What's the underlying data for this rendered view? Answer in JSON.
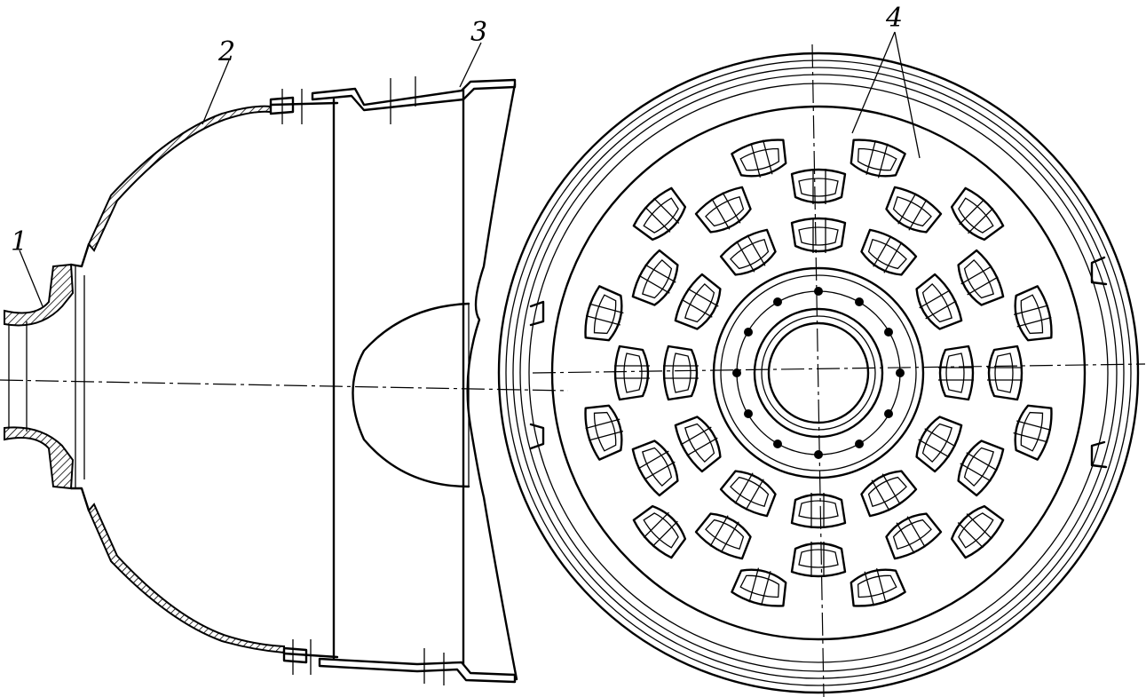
{
  "labels": {
    "part1": "1",
    "part2": "2",
    "part3": "3",
    "part4": "4"
  },
  "colors": {
    "ink": "#000000",
    "paper": "#ffffff"
  }
}
